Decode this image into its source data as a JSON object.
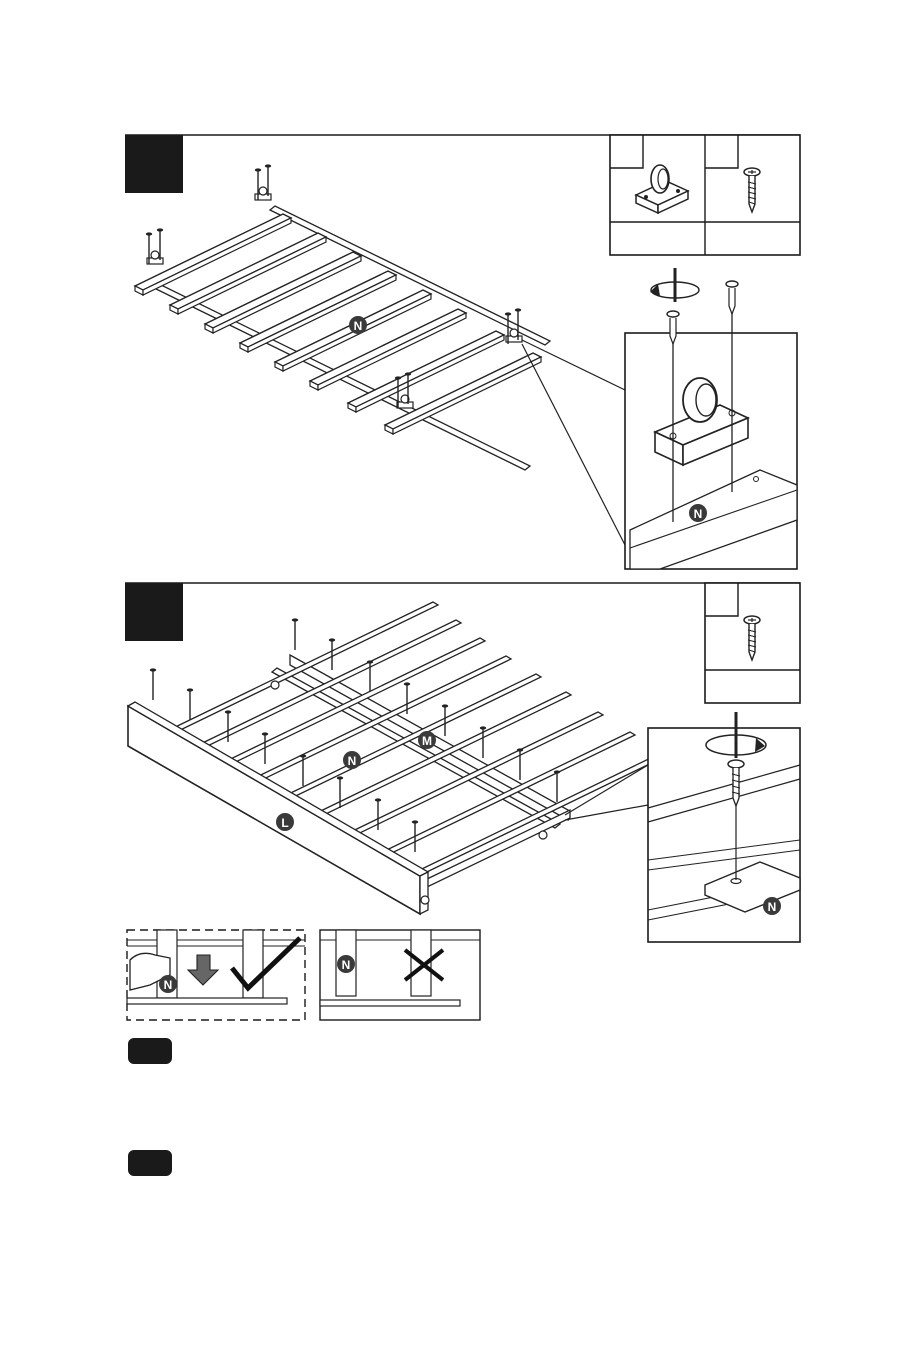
{
  "step_1": {
    "number": "",
    "parts_table": [
      {
        "code": "",
        "quantity": "",
        "icon": "caster-wheel-icon"
      },
      {
        "code": "",
        "quantity": "",
        "icon": "wood-screw-icon"
      }
    ],
    "labels": {
      "slat_panel": "N",
      "detail_panel": "N"
    }
  },
  "step_2": {
    "number": "",
    "parts_table": [
      {
        "code": "",
        "quantity": "",
        "icon": "wood-screw-icon"
      }
    ],
    "labels": {
      "side_rail": "L",
      "center_beam": "M",
      "slats": "N",
      "detail_slat": "N"
    }
  },
  "correct_example": {
    "label": "N",
    "mark": "check-icon"
  },
  "wrong_example": {
    "label": "N",
    "mark": "cross-icon"
  },
  "notes": [
    {
      "badge": "",
      "text": ""
    },
    {
      "badge": "",
      "text": ""
    }
  ],
  "colors": {
    "ink": "#1a1a1a",
    "badge": "#1a1a1a",
    "paper": "#ffffff",
    "part_badge": "#3a3a3a"
  }
}
